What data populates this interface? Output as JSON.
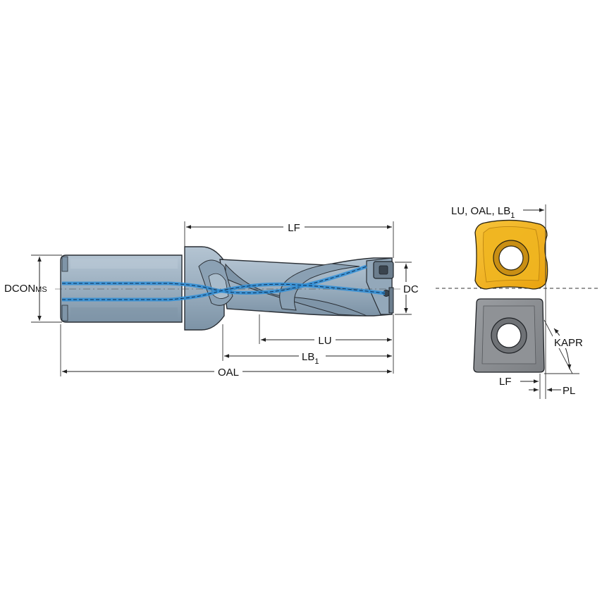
{
  "labels": {
    "lf": "LF",
    "dcon_ms": "DCONMS",
    "dcon_ms_main": "DCON",
    "dcon_ms_sub": "MS",
    "dc": "DC",
    "lu": "LU",
    "lb1": "LB1",
    "lb1_main": "LB",
    "lb1_sub": "1",
    "oal": "OAL",
    "insert_lengths": "LU, OAL, LB1",
    "insert_lengths_main": "LU, OAL, LB",
    "insert_lengths_sub": "1",
    "kapr": "KAPR",
    "insert_lf": "LF",
    "pl": "PL"
  },
  "colors": {
    "tool_body": "#9aaebf",
    "tool_shadow": "#7f95a8",
    "coolant": "#2f8fd8",
    "insert_gold": "#f2b31c",
    "insert_grey": "#8c8f93",
    "outline": "#222222"
  }
}
